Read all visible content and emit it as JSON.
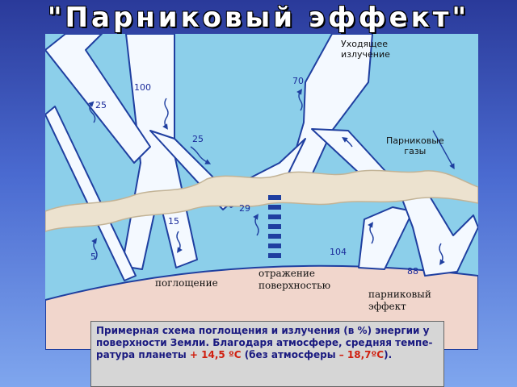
{
  "title": "\"Парниковый эффект\"",
  "labels": {
    "outgoing_radiation": [
      "Уходящее",
      "излучение"
    ],
    "greenhouse_gases": [
      "Парниковые",
      "газы"
    ],
    "absorption": "поглощение",
    "surface_reflection": [
      "отражение",
      "поверхностью"
    ],
    "greenhouse_effect": [
      "парниковый",
      "эффект"
    ]
  },
  "values": {
    "incoming": "100",
    "reflected_upper": "25",
    "reflected_cloud": "25",
    "outgoing": "70",
    "absorbed_atmosphere": "15",
    "reflected_surface": "5",
    "ground_emission": "29",
    "surface_radiation": "104",
    "back_radiation": "88"
  },
  "caption": {
    "text1": "Примерная схема поглощения и излучения (в %) энергии у поверхности Земли. Благодаря атмосфере, средняя темпе-ратура планеты ",
    "temp_with": "+ 14,5 ºС",
    "text2": " (без атмосферы ",
    "temp_without": "– 18,7ºС",
    "text3": ")."
  },
  "colors": {
    "sky": "#8ccfea",
    "arrow_band": "#f4f9ff",
    "band_outline": "#1f3fa0",
    "ground": "#f1d6cc",
    "cloud": "#ece2cf",
    "emphasis": "#d02010"
  }
}
